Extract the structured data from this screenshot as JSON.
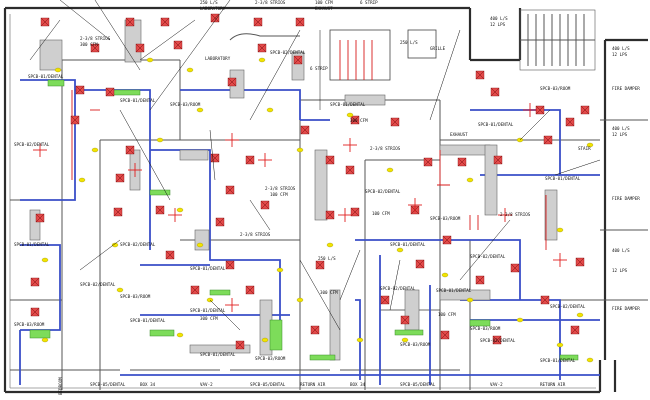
{
  "drawing": {
    "kind": "HVAC duct layout floor plan",
    "palette": {
      "background": "#ffffff",
      "walls": "#2c2c2c",
      "main_duct": "#3a4fc8",
      "branch_duct": "#cfcfcf",
      "flex_duct": "#7ddc5a",
      "diffuser": "#e24a4a",
      "pipe": "#d81b1b",
      "terminal": "#f2e400"
    }
  },
  "labels": {
    "equipment_tag": "SPCB-01/DENTAL",
    "equipment_tag_b": "SPCB-02/DENTAL",
    "equipment_tag_c": "SPCB-03/ROOM",
    "flow_note": "2-3/8 STRIOS",
    "flow_note_b": "300 CFM",
    "flow_note_c": "250 L/S",
    "flow_note_d": "6 STRIP",
    "room_note": "100 CFM",
    "room_note_b": "EXHAUST",
    "room_note_c": "LABORATORY",
    "room_note_d": "GRILLE",
    "side_note": "400 L/S",
    "side_note_b": "STAIR",
    "side_note_c": "FIRE DAMPER",
    "side_note_d": "12 LPS",
    "bottom_note": "SPCB-05/DENTAL",
    "bottom_note_b": "BOX 34",
    "bottom_note_c": "VAV-2",
    "bottom_note_d": "RETURN AIR",
    "north_label": "BEDROOM"
  }
}
